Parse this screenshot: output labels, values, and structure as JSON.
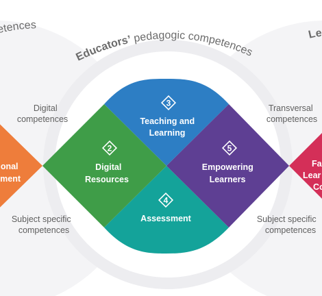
{
  "arcs": {
    "left": "competences",
    "center_bold": "Educators’",
    "center_rest": " pedagogic competences",
    "right": "Le"
  },
  "side_labels": {
    "left_top": [
      "Digital",
      "competences"
    ],
    "left_bottom": [
      "Subject specific",
      "competences"
    ],
    "right_top": [
      "Transversal",
      "competences"
    ],
    "right_bottom": [
      "Subject specific",
      "competences"
    ]
  },
  "areas": [
    {
      "id": "area-1",
      "number": "",
      "lines": [
        "onal",
        "ment"
      ],
      "color": "#ee7d3b"
    },
    {
      "id": "area-2",
      "number": "2",
      "lines": [
        "Digital",
        "Resources"
      ],
      "color": "#3f9d48"
    },
    {
      "id": "area-3",
      "number": "3",
      "lines": [
        "Teaching and",
        "Learning"
      ],
      "color": "#2d7ec4"
    },
    {
      "id": "area-4",
      "number": "4",
      "lines": [
        "Assessment"
      ],
      "color": "#14a39a"
    },
    {
      "id": "area-5",
      "number": "5",
      "lines": [
        "Empowering",
        "Learners"
      ],
      "color": "#5e3f93"
    },
    {
      "id": "area-6",
      "number": "",
      "lines": [
        "Fa",
        "Lear",
        "Co"
      ],
      "color": "#d42f58"
    }
  ]
}
